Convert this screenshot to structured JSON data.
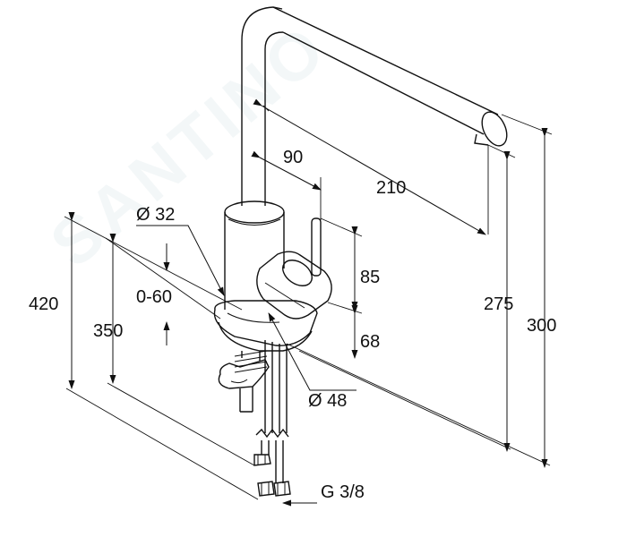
{
  "drawing": {
    "watermark": "SANTINO",
    "dimensions": {
      "d_body": "Ø 32",
      "spout_offset": "90",
      "spout_reach": "210",
      "clamp_range": "0-60",
      "h_lever": "85",
      "h_base": "68",
      "d_base": "Ø 48",
      "h_total_below": "420",
      "h_hose": "350",
      "h_outlet": "275",
      "h_total": "300",
      "connection": "G 3/8"
    }
  }
}
